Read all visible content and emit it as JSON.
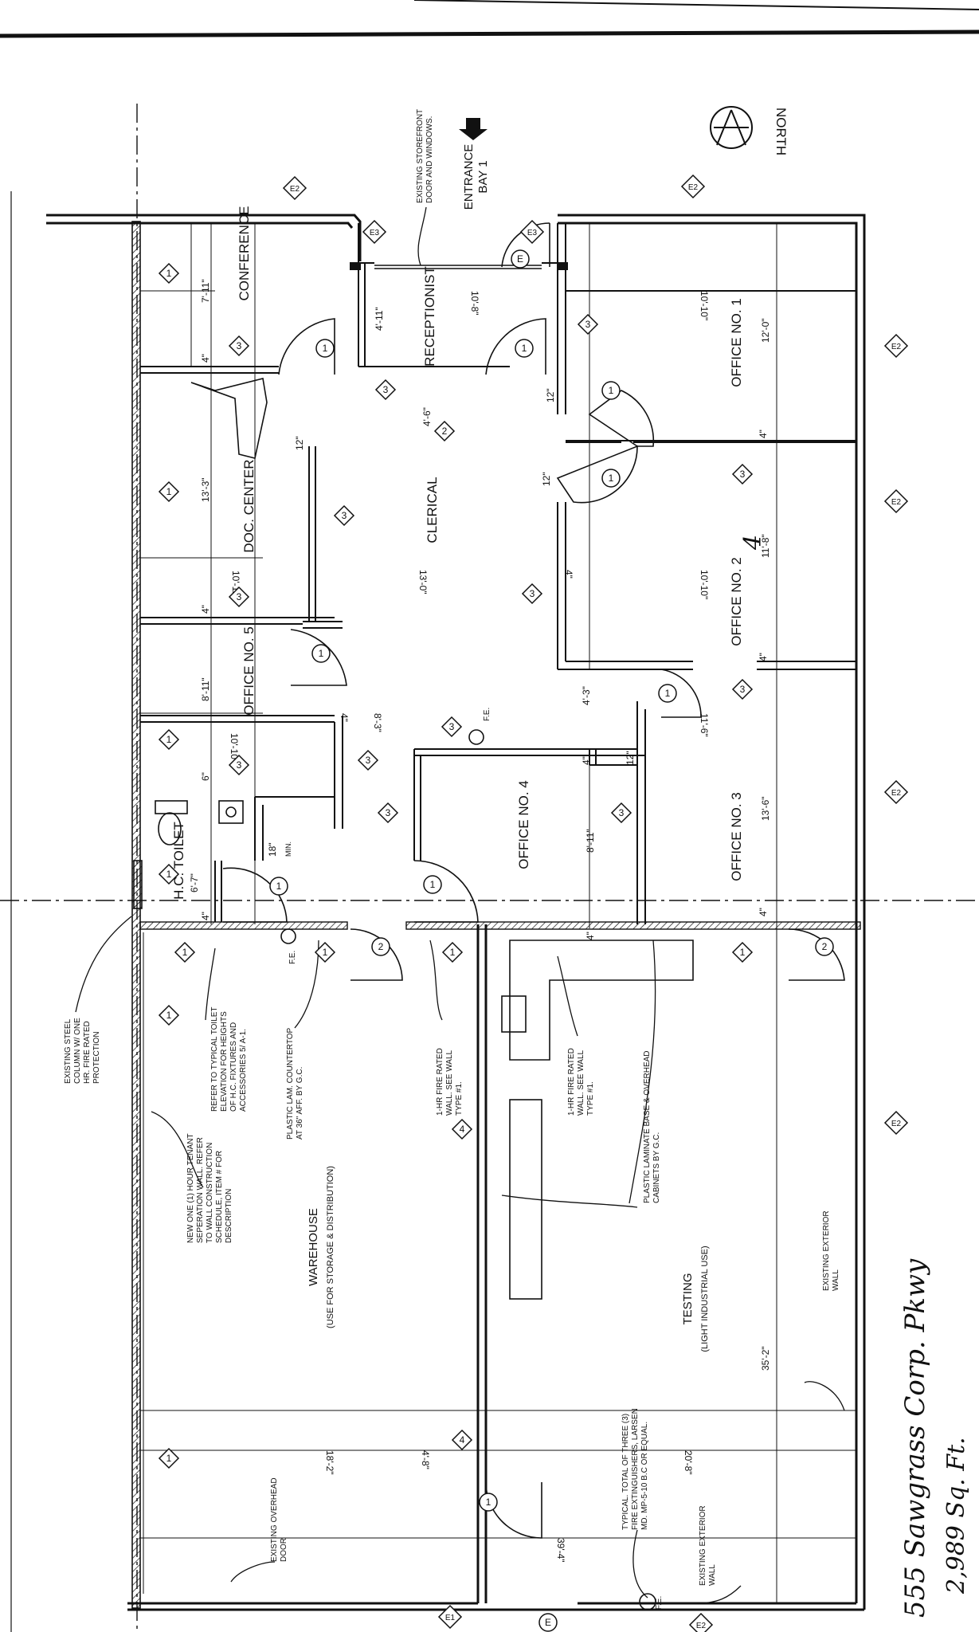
{
  "north": {
    "label": "NORTH"
  },
  "entrance": {
    "line1": "ENTRANCE",
    "line2": "BAY 1"
  },
  "rooms": {
    "conference": "CONFERENCE",
    "receptionist": "RECEPTIONIST",
    "doc_center": "DOC. CENTER",
    "clerical": "CLERICAL",
    "office1": "OFFICE NO. 1",
    "office2": "OFFICE NO. 2",
    "office3": "OFFICE NO. 3",
    "office4": "OFFICE NO. 4",
    "office5": "OFFICE NO. 5",
    "toilet": "H.C. TOILET",
    "warehouse": "WAREHOUSE",
    "warehouse_use": "(USE FOR STORAGE & DISTRIBUTION)",
    "testing": "TESTING",
    "testing_use": "(LIGHT INDUSTRIAL USE)"
  },
  "notes": {
    "storefront": [
      "EXISTING STOREFRONT",
      "DOOR AND WINDOWS."
    ],
    "steel_column": [
      "EXISTING STEEL",
      "COLUMN W/ ONE",
      "HR. FIRE RATED",
      "PROTECTION"
    ],
    "toilet_ref": [
      "REFER TO TYPICAL TOILET",
      "ELEVATION FOR HEIGHTS",
      "OF H.C. FIXTURES AND",
      "ACCESSORIES 5/ A-1."
    ],
    "countertop": [
      "PLASTIC LAM. COUNTERTOP",
      "AT 36\" AFF. BY G.C."
    ],
    "fire_wall_1": [
      "1-HR FIRE RATED",
      "WALL. SEE WALL",
      "TYPE #1."
    ],
    "fire_wall_2": [
      "1-HR FIRE RATED",
      "WALL. SEE WALL",
      "TYPE #1."
    ],
    "cabinets": [
      "PLASTIC LAMINATE BASE & OVERHEAD",
      "CABINETS BY G.C."
    ],
    "tenant_wall": [
      "NEW ONE (1) HOUR TENANT",
      "SEPERATION WALL. REFER",
      "TO WALL CONSTRUCTION",
      "SCHEDULE, ITEM # FOR",
      "DESCRIPTION"
    ],
    "ext_wall_1": [
      "EXISTING EXTERIOR",
      "WALL"
    ],
    "ext_wall_2": [
      "EXISTING EXTERIOR",
      "WALL"
    ],
    "overhead_door": [
      "EXISTING OVERHEAD",
      "DOOR"
    ],
    "extinguishers": [
      "TYPICAL. TOTAL OF THREE (3)",
      "FIRE EXTINGUISHERS, LARSEN",
      "MD. MP-5-10 B.C OR EQUAL."
    ]
  },
  "dims": {
    "d7_11": "7'-11\"",
    "d4a": "4\"",
    "d13_3": "13'-3\"",
    "d4b": "4\"",
    "d8_11a": "8'-11\"",
    "d10_10a": "10'-10\"",
    "d6": "6\"",
    "d6_7": "6'-7\"",
    "d4_11": "4'-11\"",
    "d4_6": "4'-6\"",
    "d10_8": "10'-8\"",
    "d13_0": "13'-0\"",
    "d10_11": "10'-11\"",
    "d8_3": "8'-3\"",
    "d4c": "4\"",
    "d12_0": "12'-0\"",
    "d10_10b": "10'-10\"",
    "d4d": "4\"",
    "d10_10c": "10'-10\"",
    "d4e": "4\"",
    "d11_8": "11'-8\"",
    "d4f": "4\"",
    "d11_6": "11'-6\"",
    "d13_6": "13'-6\"",
    "d4_3": "4'-3\"",
    "d8_11b": "8'-11\"",
    "d35_2": "35'-2\"",
    "d18_2": "18'-2\"",
    "d39_4": "39'-4\"",
    "d20_8": "20'-8\"",
    "d12a": "12\"",
    "d12b": "12\"",
    "d12c": "12\"",
    "d12d": "12\"",
    "d18": "18\"",
    "min": "MIN.",
    "d4_8": "4'-8\"",
    "d4g": "4\"",
    "d4h": "4\"",
    "d4i": "4\"",
    "d4j": "4\""
  },
  "tags": {
    "n1": "1",
    "n2": "2",
    "n3": "3",
    "n4": "4",
    "e1": "E",
    "e2": "E2",
    "e3": "E3",
    "e1b": "E1",
    "fe": "F.E."
  },
  "handwriting": {
    "line1": "555 Sawgrass Corp. Pkwy",
    "line2": "2,989 Sq. Ft.",
    "mark": "4"
  }
}
